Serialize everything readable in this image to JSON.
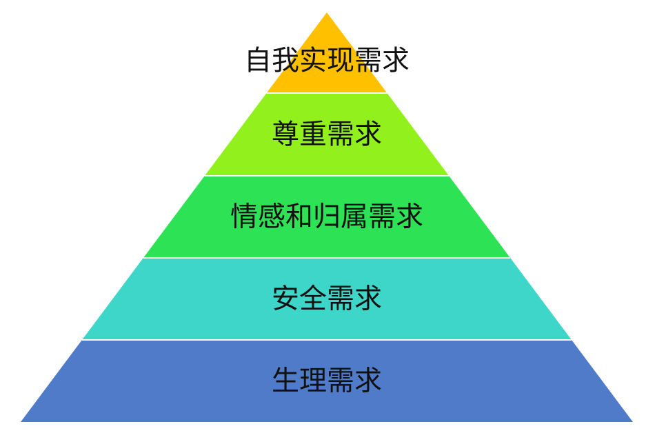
{
  "pyramid": {
    "tiers": [
      {
        "label": "自我实现需求",
        "color": "#FFC000"
      },
      {
        "label": "尊重需求",
        "color": "#92F01C"
      },
      {
        "label": "情感和归属需求",
        "color": "#2EE255"
      },
      {
        "label": "安全需求",
        "color": "#3ED6C8"
      },
      {
        "label": "生理需求",
        "color": "#4F7BC9"
      }
    ]
  }
}
